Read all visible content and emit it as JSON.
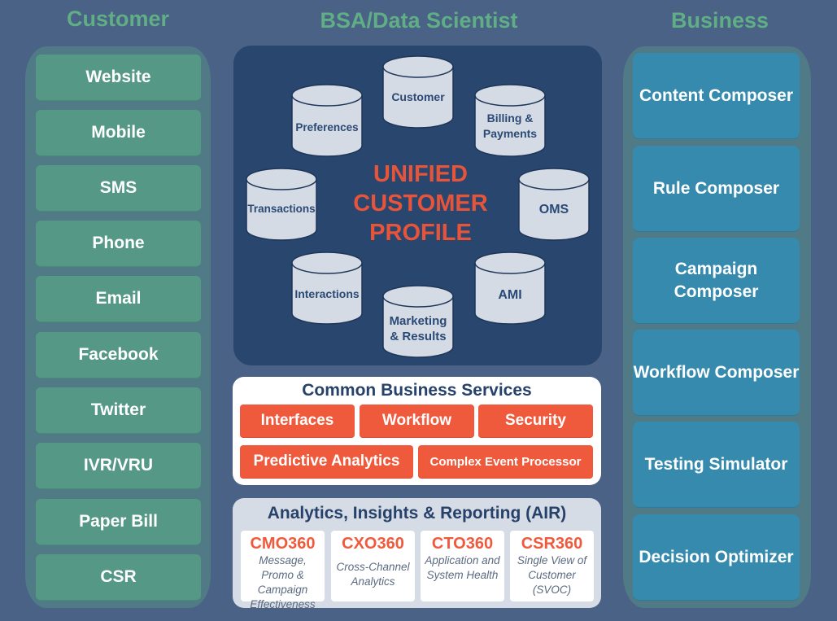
{
  "columns": {
    "customer": "Customer",
    "bsa": "BSA/Data Scientist",
    "business": "Business"
  },
  "customer_channels": [
    "Website",
    "Mobile",
    "SMS",
    "Phone",
    "Email",
    "Facebook",
    "Twitter",
    "IVR/VRU",
    "Paper Bill",
    "CSR"
  ],
  "business_tools": [
    "Content Composer",
    "Rule Composer",
    "Campaign Composer",
    "Workflow Composer",
    "Testing Simulator",
    "Decision Optimizer"
  ],
  "ucp": {
    "title": "UNIFIED CUSTOMER PROFILE",
    "sources": [
      "Customer",
      "Billing & Payments",
      "OMS",
      "AMI",
      "Marketing & Results",
      "Interactions",
      "Transactions",
      "Preferences"
    ]
  },
  "common_business_services": {
    "title": "Common Business Services",
    "services": [
      "Interfaces",
      "Workflow",
      "Security",
      "Predictive Analytics",
      "Complex Event Processor"
    ]
  },
  "air": {
    "title": "Analytics, Insights & Reporting (AIR)",
    "cards": [
      {
        "code": "CMO360",
        "desc": "Message, Promo & Campaign Effectiveness"
      },
      {
        "code": "CXO360",
        "desc": "Cross-Channel Analytics"
      },
      {
        "code": "CTO360",
        "desc": "Application and System Health"
      },
      {
        "code": "CSR360",
        "desc": "Single View of Customer (SVOC)"
      }
    ]
  },
  "colors": {
    "background": "#4a6285",
    "heading_green": "#5fae85",
    "channel_green": "#559885",
    "business_blue": "#358aad",
    "ucp_navy": "#28466e",
    "accent_orange": "#f05a3c"
  }
}
